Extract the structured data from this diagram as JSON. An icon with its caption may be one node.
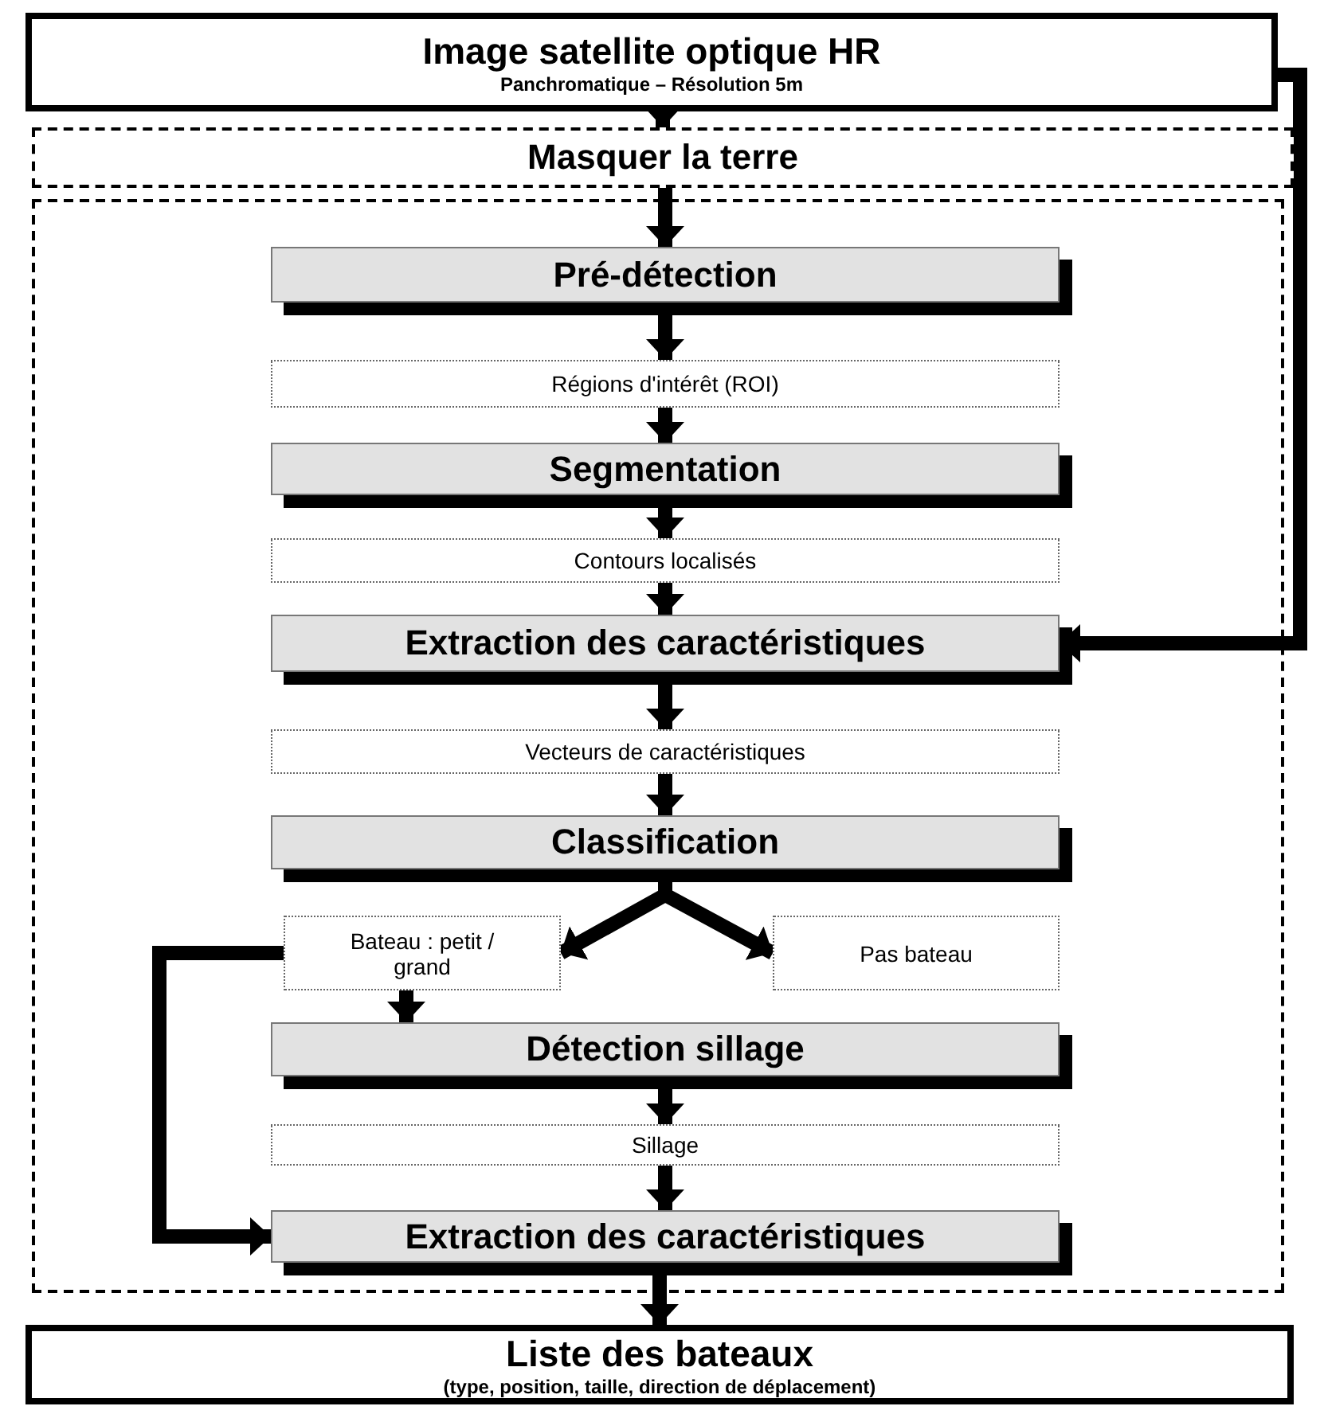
{
  "diagram": {
    "nodes": [
      {
        "text": [
          "Image satellite optique HR",
          "Panchromatique – Résolution 5m"
        ]
      },
      {
        "text": [
          "Masquer la terre"
        ]
      },
      {
        "text": [],
        "shape": "box"
      },
      {
        "text": [
          "Pré-détection"
        ],
        "in": 2
      },
      {
        "text": [
          "Régions d'intérêt (ROI)"
        ],
        "in": 2
      },
      {
        "text": [
          "Segmentation"
        ],
        "in": 2
      },
      {
        "text": [
          "Contours localisés"
        ],
        "in": 2
      },
      {
        "text": [
          "Extraction des caractéristiques"
        ],
        "in": 2
      },
      {
        "text": [
          "Vecteurs de caractéristiques"
        ],
        "in": 2
      },
      {
        "text": [
          "Classification"
        ],
        "in": 2
      },
      {
        "text": [
          "Bateau : petit / grand"
        ],
        "in": 2
      },
      {
        "text": [
          "Pas bateau"
        ],
        "in": 2
      },
      {
        "text": [
          "Détection sillage"
        ],
        "in": 2
      },
      {
        "text": [
          "Sillage"
        ],
        "in": 2
      },
      {
        "text": [
          "Extraction des caractéristiques"
        ],
        "in": 2
      },
      {
        "text": [
          "Liste des bateaux",
          "(type, position, taille, direction de déplacement)"
        ]
      }
    ],
    "edges": [
      {
        "from": 0,
        "to": 1,
        "arrow": "to"
      },
      {
        "from": 1,
        "to": 3,
        "arrow": "to"
      },
      {
        "from": 3,
        "to": 4,
        "arrow": "to"
      },
      {
        "from": 4,
        "to": 5,
        "arrow": "to"
      },
      {
        "from": 5,
        "to": 6,
        "arrow": "to"
      },
      {
        "from": 6,
        "to": 7,
        "arrow": "to"
      },
      {
        "from": 7,
        "to": 8,
        "arrow": "to"
      },
      {
        "from": 8,
        "to": 9,
        "arrow": "to"
      },
      {
        "from": 9,
        "to": 10,
        "arrow": "to"
      },
      {
        "from": 9,
        "to": 11,
        "arrow": "to"
      },
      {
        "from": 10,
        "to": 12,
        "arrow": "to"
      },
      {
        "from": 12,
        "to": 13,
        "arrow": "to"
      },
      {
        "from": 13,
        "to": 14,
        "arrow": "to"
      },
      {
        "from": 14,
        "to": 15,
        "arrow": "to"
      },
      {
        "from": 0,
        "to": 7,
        "arrow": "to"
      },
      {
        "from": 10,
        "to": 14,
        "arrow": "to"
      }
    ]
  }
}
